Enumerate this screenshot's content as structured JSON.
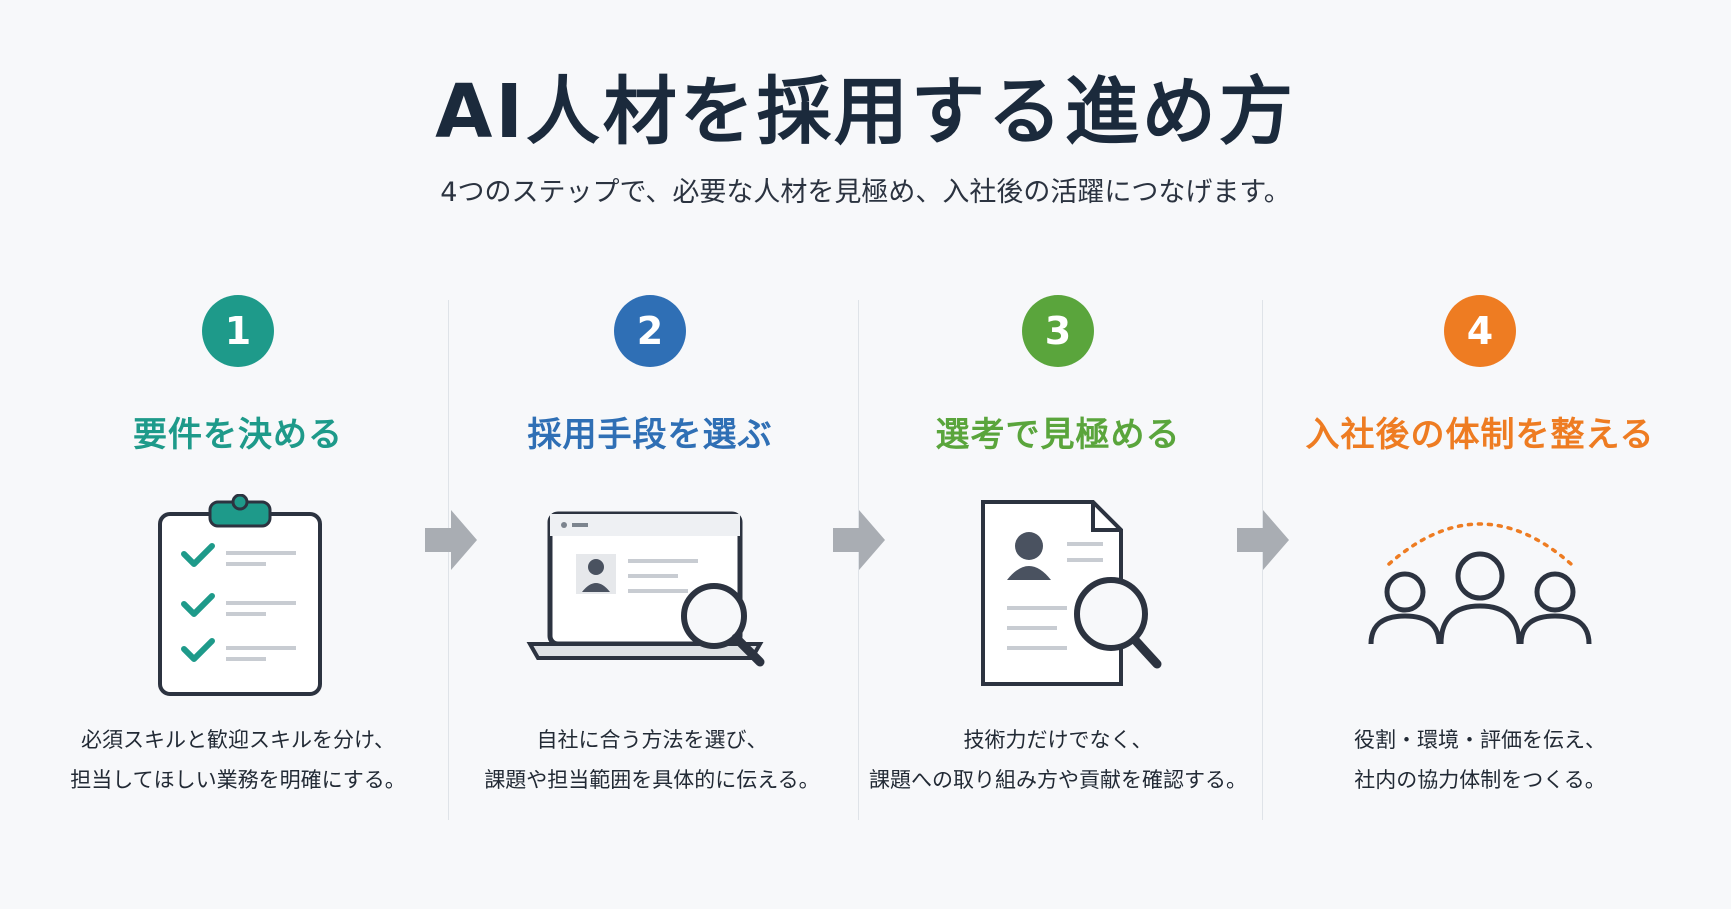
{
  "title": "AI人材を採用する進め方",
  "subtitle": "4つのステップで、必要な人材を見極め、入社後の活躍につなげます。",
  "steps": [
    {
      "number": "1",
      "title": "要件を決める",
      "color": "#1e9a8a",
      "icon": "checklist-clipboard-icon",
      "lines": [
        "必須スキルと歓迎スキルを分け、",
        "担当してほしい業務を明確にする。"
      ]
    },
    {
      "number": "2",
      "title": "採用手段を選ぶ",
      "color": "#2f6fb5",
      "icon": "laptop-search-icon",
      "lines": [
        "自社に合う方法を選び、",
        "課題や担当範囲を具体的に伝える。"
      ]
    },
    {
      "number": "3",
      "title": "選考で見極める",
      "color": "#5aa53c",
      "icon": "resume-search-icon",
      "lines": [
        "技術力だけでなく、",
        "課題への取り組み方や貢献を確認する。"
      ]
    },
    {
      "number": "4",
      "title": "入社後の体制を整える",
      "color": "#ee7c22",
      "icon": "team-support-icon",
      "lines": [
        "役割・環境・評価を伝え、",
        "社内の協力体制をつくる。"
      ]
    }
  ],
  "arrow_color": "#a9adb3"
}
